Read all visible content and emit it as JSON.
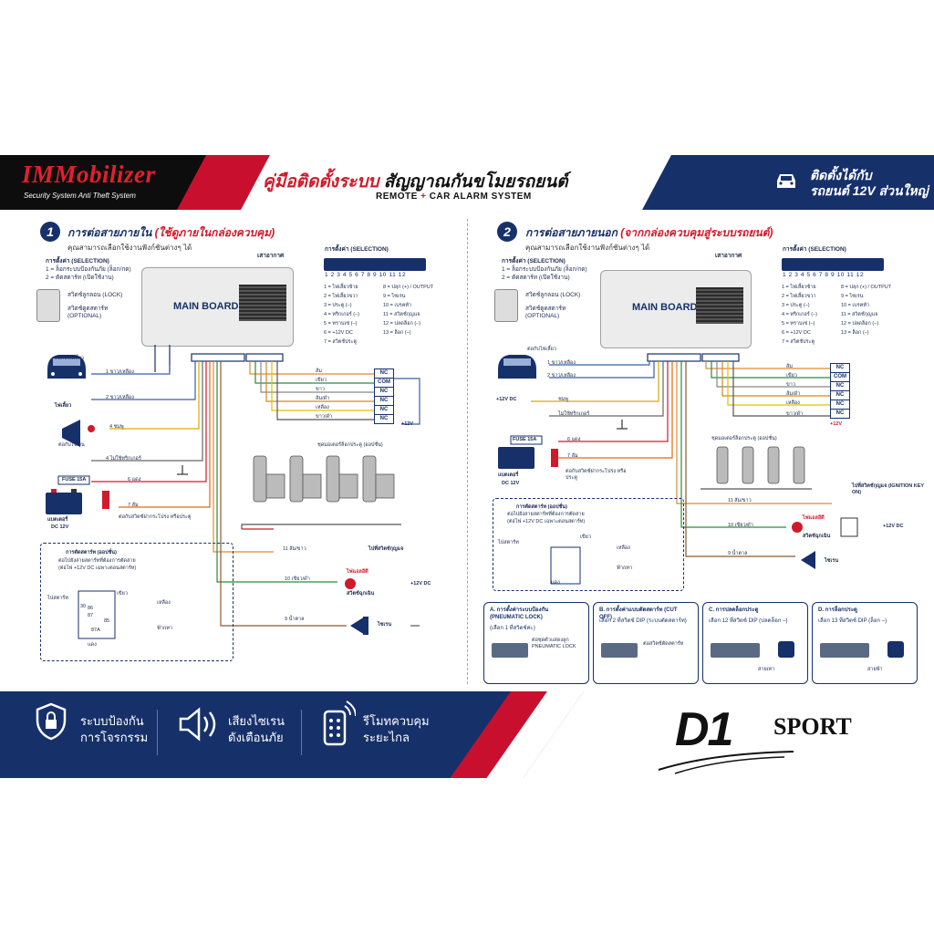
{
  "header": {
    "brand": "IMMobilizer",
    "brand_tagline": "Security System Anti Theft System",
    "title_part1": "คู่มือติดตั้งระบบ",
    "title_part2": "สัญญาณกันขโมยรถยนต์",
    "subtitle_part1": "REMOTE",
    "subtitle_plus": "+",
    "subtitle_part2": "CAR ALARM SYSTEM",
    "right_line1": "ติดตั้งได้กับ",
    "right_line2": "รถยนต์ 12V ส่วนใหญ่"
  },
  "section1": {
    "number": "1",
    "title": "การต่อสายภายใน",
    "title_note": "(ใช้ดูภายในกล่องควบคุม)",
    "subtitle": "คุณสามารถเลือกใช้งานฟังก์ชันต่างๆ ได้",
    "selection_title": "การตั้งค่า (SELECTION)",
    "selection_lines": [
      "1 = ล็อกระบบป้องกันภัย (ล็อก/กด)",
      "2 = ตัดสตาร์ท (เปิดใช้งาน)"
    ],
    "lock_label": "สวิตช์ลูกลอน (LOCK)",
    "optional_label": "สวิตช์ตูดสตาร์ท (OPTIONAL)",
    "antenna": "เสาอากาศ",
    "board": "MAIN BOARD",
    "wires": [
      {
        "no": "1",
        "label": "ขาว/เหลือง"
      },
      {
        "no": "2",
        "label": "ขาว/เหลือง"
      },
      {
        "no": "4",
        "label": "ชมพู"
      },
      {
        "no": "4",
        "label": "ไม่ใช้ทริกเกอร์"
      },
      {
        "no": "6",
        "label": "แดง"
      },
      {
        "no": "7",
        "label": "ส้ม"
      },
      {
        "no": "11",
        "label": "ส้ม/ขาว"
      },
      {
        "no": "10",
        "label": "เขียว/ดำ"
      },
      {
        "no": "9",
        "label": "น้ำตาล"
      }
    ],
    "turn_signal_to": "ต่อกับไฟเลี้ยว",
    "turn_signal": "ไฟเลี้ยว",
    "siren_to": "ต่อกับไซเรน",
    "fuse": "FUSE 15A",
    "battery": "แบตเตอรี่",
    "battery_v": "DC 12V",
    "door_switch": "ต่อกับสวิตช์ฝากระโปรง หรือประตู",
    "door_actuator": "ชุดมอเตอร์ล็อกประตู (ออปชั่น)",
    "ignition": "ไปที่สวิตช์กุญแจ",
    "led": "ไฟแอลอีดี",
    "valet": "สวิตช์ฉุกเฉิน",
    "siren": "ไซเรน",
    "plus12": "+12V DC",
    "plus12_short": "+12V",
    "relay_title": "การตัดสตาร์ท (ออปชั่น)",
    "relay_sub": "ต่อไปยังสายสตาร์ทที่ต้องการตัดสาย",
    "relay_note": "(ต่อไฟ +12V DC เฉพาะตอนสตาร์ท)",
    "relay_labels": [
      "ไปสตาร์ท",
      "เขียว",
      "เหลือง",
      "ฟ้า/เทา",
      "แดง"
    ],
    "relay_pins": [
      "30",
      "87",
      "85",
      "86",
      "87A"
    ],
    "output_colors": [
      "ส้ม",
      "เขียว",
      "ขาว",
      "ส้ม/ดำ",
      "เหลือง",
      "ขาว/ดำ"
    ],
    "nc": [
      "NC",
      "COM",
      "NC",
      "NC",
      "NC",
      "NC"
    ],
    "selection_grid_title": "การตั้งค่า (SELECTION)",
    "dip_numbers": "1 2 3 4 5 6 7 8 9 10 11 12",
    "settings_left": [
      "1 = ไฟเลี้ยวซ้าย",
      "2 = ไฟเลี้ยวขวา",
      "3 = ประตู (–)",
      "4 = ทริกเกอร์ (–)",
      "5 = ทราบเซ่ (–)",
      "6 = +12V DC",
      "7 = สวิตช์ประตู"
    ],
    "settings_right": [
      "8 = ปลุก (+) / OUTPUT",
      "9 = ไซเรน",
      "10 = เบรคท้า",
      "11 = สวิตช์กุญแจ",
      "12 = ปลดล็อก (–)",
      "13 = ล็อก (–)"
    ]
  },
  "section2": {
    "number": "2",
    "title": "การต่อสายภายนอก",
    "title_note": "(จากกล่องควบคุมสู่ระบบรถยนต์)",
    "subtitle": "คุณสามารถเลือกใช้งานฟังก์ชันต่างๆ ได้",
    "board": "MAIN BOARD",
    "ignition_key": "ไปที่สวิตช์กุญแจ (IGNITION KEY ON)",
    "plus12": "+12V DC",
    "plus12_short": "+12V",
    "siren": "ไซเรน",
    "led": "ไฟแอลอีดี",
    "valet": "สวิตช์ฉุกเฉิน"
  },
  "cards": [
    {
      "id": "A",
      "title": "A. การตั้งค่าระบบป้องกัน (PNEUMATIC LOCK)",
      "sub": "(เลือก 1 ที่สวิตช์ค่ะ)",
      "caption": "ต่อชุดตัวแสดงลูก PNEUMATIC LOCK"
    },
    {
      "id": "B",
      "title": "B. การตั้งค่าแบบตัดสตาร์ท (CUT OFF)",
      "sub": "เลือก 2 ที่สวิตช์ DIP (ระบบตัดสตาร์ท)",
      "caption": "ต่อสวิตช์ตัดสตาร์ท"
    },
    {
      "id": "C",
      "title": "C. การปลดล็อกประตู",
      "sub": "เลือก 12 ที่สวิตช์ DIP (ปลดล็อก –)",
      "caption": "สายเทา"
    },
    {
      "id": "D",
      "title": "D. การล็อกประตู",
      "sub": "เลือก 13 ที่สวิตช์ DIP (ล็อก –)",
      "caption": "สายฟ้า"
    }
  ],
  "footer": {
    "features": [
      {
        "icon": "shield-lock-icon",
        "line1": "ระบบป้องกัน",
        "line2": "การโจรกรรม"
      },
      {
        "icon": "speaker-icon",
        "line1": "เสียงไซเรน",
        "line2": "ดังเตือนภัย"
      },
      {
        "icon": "remote-icon",
        "line1": "รีโมทควบคุม",
        "line2": "ระยะไกล"
      }
    ],
    "logo": "D1",
    "logo_sport": "SPORT"
  },
  "colors": {
    "navy": "#16306a",
    "red": "#c8102e",
    "black": "#0d0d0d"
  }
}
